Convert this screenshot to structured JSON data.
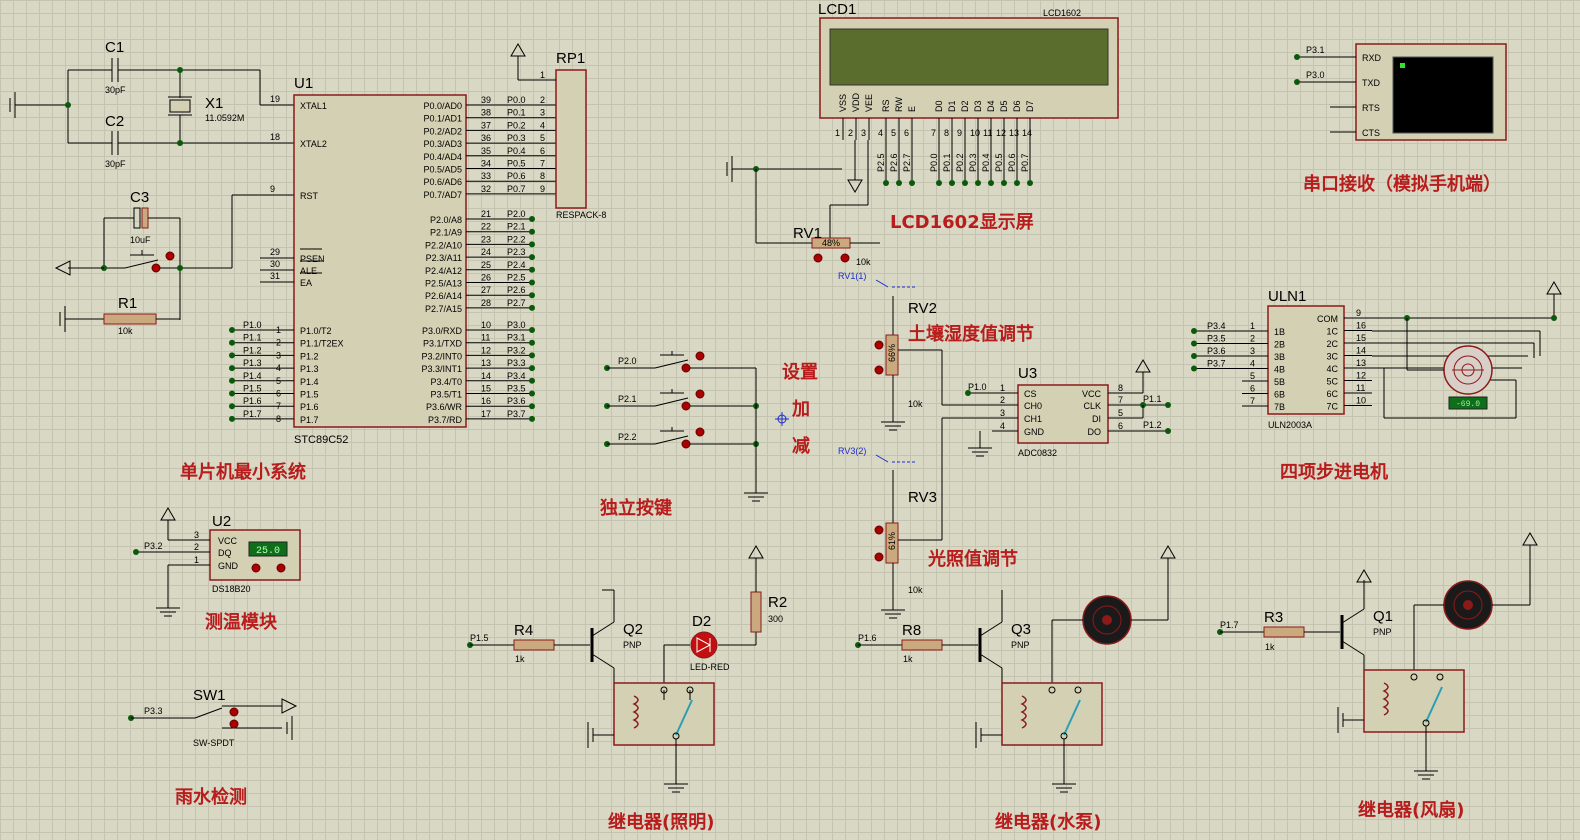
{
  "titles": {
    "mcu": "单片机最小系统",
    "lcd": "LCD1602显示屏",
    "uart": "串口接收（模拟手机端）",
    "soil": "土壤湿度值调节",
    "light": "光照值调节",
    "keys": "独立按键",
    "set": "设置",
    "add": "加",
    "sub": "减",
    "stepper": "四项步进电机",
    "temp": "测温模块",
    "rain": "雨水检测",
    "relay_light": "继电器(照明)",
    "relay_pump": "继电器(水泵)",
    "relay_fan": "继电器(风扇)"
  },
  "u1": {
    "ref": "U1",
    "part": "STC89C52",
    "left_pins": [
      {
        "num": "19",
        "name": "XTAL1"
      },
      {
        "num": "18",
        "name": "XTAL2"
      },
      {
        "num": "9",
        "name": "RST"
      },
      {
        "num": "29",
        "name": "PSEN"
      },
      {
        "num": "30",
        "name": "ALE"
      },
      {
        "num": "31",
        "name": "EA"
      }
    ],
    "p1_pins": [
      {
        "num": "1",
        "name": "P1.0/T2",
        "net": "P1.0"
      },
      {
        "num": "2",
        "name": "P1.1/T2EX",
        "net": "P1.1"
      },
      {
        "num": "3",
        "name": "P1.2",
        "net": "P1.2"
      },
      {
        "num": "4",
        "name": "P1.3",
        "net": "P1.3"
      },
      {
        "num": "5",
        "name": "P1.4",
        "net": "P1.4"
      },
      {
        "num": "6",
        "name": "P1.5",
        "net": "P1.5"
      },
      {
        "num": "7",
        "name": "P1.6",
        "net": "P1.6"
      },
      {
        "num": "8",
        "name": "P1.7",
        "net": "P1.7"
      }
    ],
    "p0_pins": [
      {
        "num": "39",
        "name": "P0.0/AD0",
        "net": "P0.0"
      },
      {
        "num": "38",
        "name": "P0.1/AD1",
        "net": "P0.1"
      },
      {
        "num": "37",
        "name": "P0.2/AD2",
        "net": "P0.2"
      },
      {
        "num": "36",
        "name": "P0.3/AD3",
        "net": "P0.3"
      },
      {
        "num": "35",
        "name": "P0.4/AD4",
        "net": "P0.4"
      },
      {
        "num": "34",
        "name": "P0.5/AD5",
        "net": "P0.5"
      },
      {
        "num": "33",
        "name": "P0.6/AD6",
        "net": "P0.6"
      },
      {
        "num": "32",
        "name": "P0.7/AD7",
        "net": "P0.7"
      }
    ],
    "p2_pins": [
      {
        "num": "21",
        "name": "P2.0/A8",
        "net": "P2.0"
      },
      {
        "num": "22",
        "name": "P2.1/A9",
        "net": "P2.1"
      },
      {
        "num": "23",
        "name": "P2.2/A10",
        "net": "P2.2"
      },
      {
        "num": "24",
        "name": "P2.3/A11",
        "net": "P2.3"
      },
      {
        "num": "25",
        "name": "P2.4/A12",
        "net": "P2.4"
      },
      {
        "num": "26",
        "name": "P2.5/A13",
        "net": "P2.5"
      },
      {
        "num": "27",
        "name": "P2.6/A14",
        "net": "P2.6"
      },
      {
        "num": "28",
        "name": "P2.7/A15",
        "net": "P2.7"
      }
    ],
    "p3_pins": [
      {
        "num": "10",
        "name": "P3.0/RXD",
        "net": "P3.0"
      },
      {
        "num": "11",
        "name": "P3.1/TXD",
        "net": "P3.1"
      },
      {
        "num": "12",
        "name": "P3.2/INT0",
        "net": "P3.2"
      },
      {
        "num": "13",
        "name": "P3.3/INT1",
        "net": "P3.3"
      },
      {
        "num": "14",
        "name": "P3.4/T0",
        "net": "P3.4"
      },
      {
        "num": "15",
        "name": "P3.5/T1",
        "net": "P3.5"
      },
      {
        "num": "16",
        "name": "P3.6/WR",
        "net": "P3.6"
      },
      {
        "num": "17",
        "name": "P3.7/RD",
        "net": "P3.7"
      }
    ]
  },
  "rp1": {
    "ref": "RP1",
    "part": "RESPACK-8",
    "pins": [
      "1",
      "2",
      "3",
      "4",
      "5",
      "6",
      "7",
      "8",
      "9"
    ]
  },
  "c1": {
    "ref": "C1",
    "value": "30pF"
  },
  "c2": {
    "ref": "C2",
    "value": "30pF"
  },
  "c3": {
    "ref": "C3",
    "value": "10uF"
  },
  "x1": {
    "ref": "X1",
    "value": "11.0592M"
  },
  "r1": {
    "ref": "R1",
    "value": "10k"
  },
  "lcd": {
    "ref": "LCD1",
    "part": "LCD1602",
    "pin_names": [
      "VSS",
      "VDD",
      "VEE",
      "RS",
      "RW",
      "E",
      "D0",
      "D1",
      "D2",
      "D3",
      "D4",
      "D5",
      "D6",
      "D7"
    ],
    "pin_nums": [
      "1",
      "2",
      "3",
      "4",
      "5",
      "6",
      "7",
      "8",
      "9",
      "10",
      "11",
      "12",
      "13",
      "14"
    ],
    "nets": [
      "P2.5",
      "P2.6",
      "P2.7",
      "P0.0",
      "P0.1",
      "P0.2",
      "P0.3",
      "P0.4",
      "P0.5",
      "P0.6",
      "P0.7"
    ]
  },
  "rv1": {
    "ref": "RV1",
    "value": "10k",
    "pct": "48%",
    "probe": "RV1(1)"
  },
  "rv2": {
    "ref": "RV2",
    "value": "10k",
    "pct": "66%"
  },
  "rv3": {
    "ref": "RV3",
    "value": "10k",
    "pct": "61%",
    "probe": "RV3(2)"
  },
  "u3": {
    "ref": "U3",
    "part": "ADC0832",
    "left": [
      {
        "num": "1",
        "name": "CS",
        "net": "P1.0"
      },
      {
        "num": "2",
        "name": "CH0"
      },
      {
        "num": "3",
        "name": "CH1"
      },
      {
        "num": "4",
        "name": "GND"
      }
    ],
    "right": [
      {
        "num": "8",
        "name": "VCC"
      },
      {
        "num": "7",
        "name": "CLK",
        "net": "P1.1"
      },
      {
        "num": "5",
        "name": "DI"
      },
      {
        "num": "6",
        "name": "DO",
        "net": "P1.2"
      }
    ]
  },
  "terminal": {
    "pins": [
      "RXD",
      "TXD",
      "RTS",
      "CTS"
    ],
    "nets": [
      "P3.1",
      "P3.0"
    ]
  },
  "uln": {
    "ref": "ULN1",
    "part": "ULN2003A",
    "left": [
      {
        "num": "1",
        "name": "1B",
        "net": "P3.4"
      },
      {
        "num": "2",
        "name": "2B",
        "net": "P3.5"
      },
      {
        "num": "3",
        "name": "3B",
        "net": "P3.6"
      },
      {
        "num": "4",
        "name": "4B",
        "net": "P3.7"
      },
      {
        "num": "5",
        "name": "5B"
      },
      {
        "num": "6",
        "name": "6B"
      },
      {
        "num": "7",
        "name": "7B"
      }
    ],
    "right": [
      {
        "num": "9",
        "name": "COM"
      },
      {
        "num": "16",
        "name": "1C"
      },
      {
        "num": "15",
        "name": "2C"
      },
      {
        "num": "14",
        "name": "3C"
      },
      {
        "num": "13",
        "name": "4C"
      },
      {
        "num": "12",
        "name": "5C"
      },
      {
        "num": "11",
        "name": "6C"
      },
      {
        "num": "10",
        "name": "7C"
      }
    ],
    "motor_readout": "-69.0"
  },
  "keys": {
    "nets": [
      "P2.0",
      "P2.1",
      "P2.2"
    ]
  },
  "u2": {
    "ref": "U2",
    "part": "DS18B20",
    "pins": [
      {
        "num": "3",
        "name": "VCC"
      },
      {
        "num": "2",
        "name": "DQ"
      },
      {
        "num": "1",
        "name": "GND"
      }
    ],
    "net": "P3.2",
    "reading": "25.0"
  },
  "sw1": {
    "ref": "SW1",
    "part": "SW-SPDT",
    "net": "P3.3"
  },
  "r2": {
    "ref": "R2",
    "value": "300"
  },
  "d2": {
    "ref": "D2",
    "part": "LED-RED"
  },
  "q2": {
    "ref": "Q2",
    "type": "PNP",
    "net": "P1.5"
  },
  "r4": {
    "ref": "R4",
    "value": "1k"
  },
  "q3": {
    "ref": "Q3",
    "type": "PNP",
    "net": "P1.6"
  },
  "r8": {
    "ref": "R8",
    "value": "1k"
  },
  "q1": {
    "ref": "Q1",
    "type": "PNP",
    "net": "P1.7"
  },
  "r3": {
    "ref": "R3",
    "value": "1k"
  }
}
